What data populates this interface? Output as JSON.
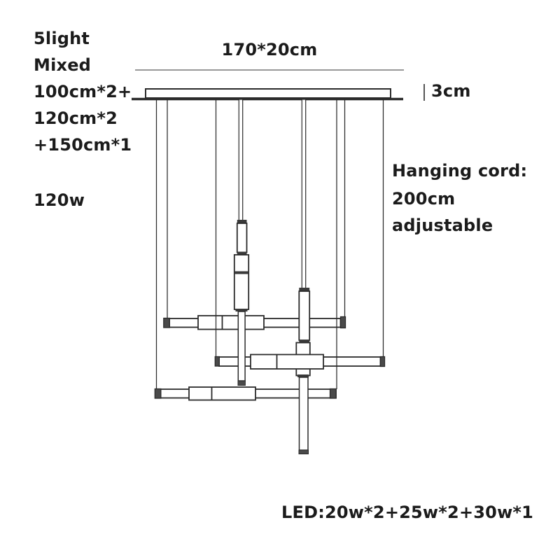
{
  "product": {
    "description": "linear chandelier technical dimension drawing"
  },
  "left_specs": {
    "lines": [
      "5light",
      "Mixed",
      "100cm*2+",
      "120cm*2",
      "+150cm*1"
    ],
    "total_wattage": "120w"
  },
  "dimension_labels": {
    "fixture_size": "170*20cm",
    "canopy_height": "3cm"
  },
  "cord_info": {
    "lines": [
      "Hanging cord:",
      "200cm",
      "adjustable"
    ]
  },
  "led_info": {
    "label": "LED:20w*2+25w*2+30w*1"
  },
  "colors": {
    "background": "#ffffff",
    "text": "#1b1b1b",
    "line": "#2b2b2b",
    "cap_fill": "#4a4a4a",
    "collar_fill": "#3a3a3a"
  }
}
